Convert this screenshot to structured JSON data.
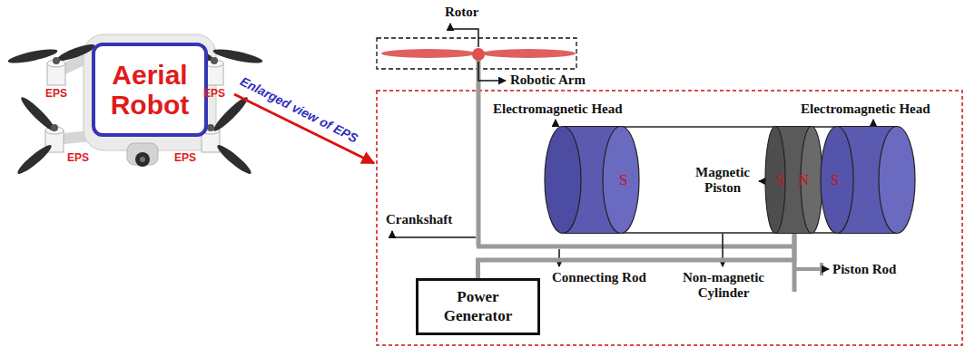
{
  "diagram": {
    "nodes": [
      {
        "text": [
          "Aerial Robot"
        ]
      },
      {
        "text": [
          "S"
        ]
      },
      {
        "text": [
          "S",
          "N"
        ]
      },
      {
        "text": [
          "S"
        ]
      },
      {
        "text": [
          "Power Generator"
        ]
      }
    ],
    "edges": [
      {
        "from": 4,
        "to": 2,
        "arrow": "none"
      }
    ],
    "labels": [
      "EPS",
      "EPS",
      "EPS",
      "EPS",
      "Enlarged view of EPS",
      "Rotor",
      "Robotic Arm",
      "Electromagnetic Head",
      "Electromagnetic Head",
      "Magnetic Piston",
      "Crankshaft",
      "Connecting Rod",
      "Non-magnetic Cylinder",
      "Piston Rod"
    ]
  }
}
